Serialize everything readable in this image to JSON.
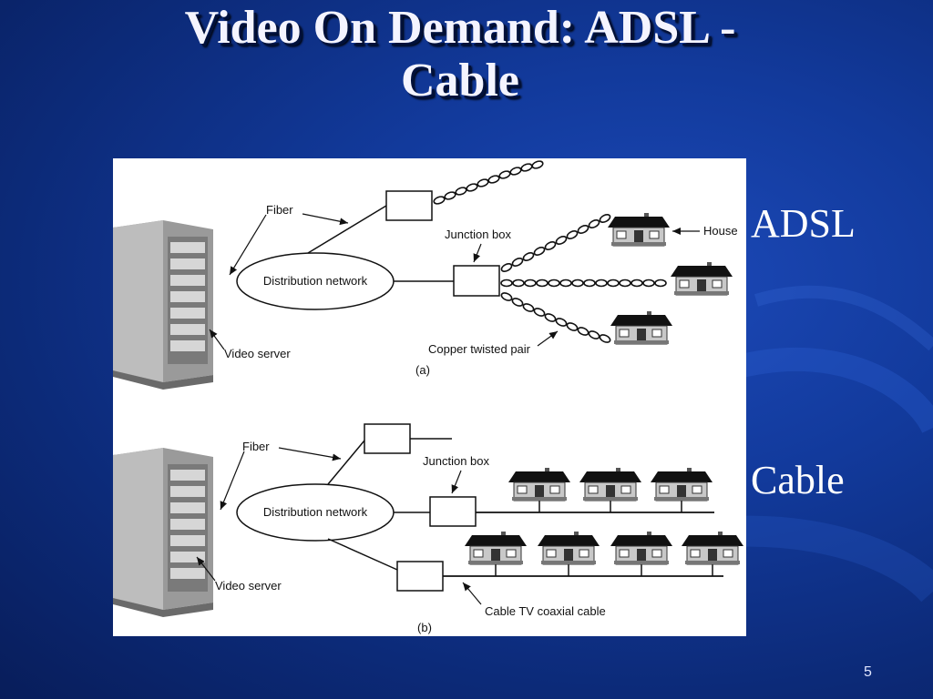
{
  "slide": {
    "title": "Video On Demand: ADSL - Cable",
    "side_labels": {
      "adsl": "ADSL",
      "cable": "Cable"
    },
    "page_number": "5"
  },
  "colors": {
    "background": "#123a9c",
    "title": "#f4f4ff",
    "figure_bg": "#ffffff"
  },
  "diagram_a": {
    "fiber": "Fiber",
    "distribution_network": "Distribution network",
    "junction_box": "Junction box",
    "house": "House",
    "video_server": "Video server",
    "copper_twisted_pair": "Copper twisted pair",
    "caption": "(a)"
  },
  "diagram_b": {
    "fiber": "Fiber",
    "distribution_network": "Distribution network",
    "junction_box": "Junction box",
    "video_server": "Video server",
    "cable_tv_coaxial": "Cable TV coaxial cable",
    "caption": "(b)"
  }
}
